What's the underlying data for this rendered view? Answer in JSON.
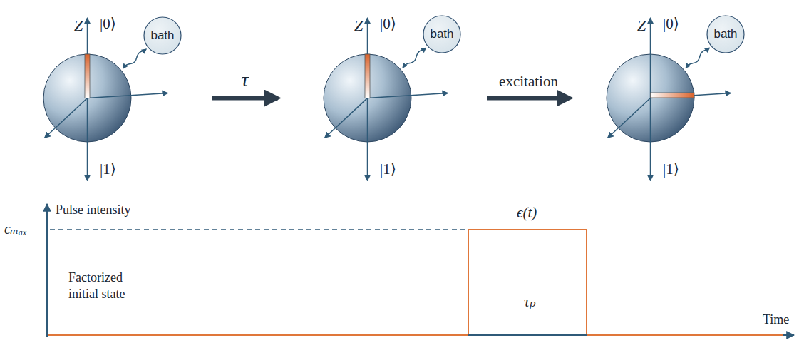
{
  "diagram": {
    "nodes": [
      {
        "text": [
          "Z",
          "|0⟩",
          "|1⟩"
        ]
      },
      {
        "text": [
          "bath"
        ]
      },
      {
        "text": [
          "Z",
          "|0⟩",
          "|1⟩"
        ]
      },
      {
        "text": [
          "bath"
        ]
      },
      {
        "text": [
          "Z",
          "|0⟩",
          "|1⟩"
        ]
      },
      {
        "text": [
          "bath"
        ]
      }
    ],
    "edges": [
      {
        "from": 1,
        "to": 0,
        "arrow": "both"
      },
      {
        "from": 0,
        "to": 2,
        "label": "τ",
        "arrow": "to"
      },
      {
        "from": 3,
        "to": 2,
        "arrow": "both"
      },
      {
        "from": 2,
        "to": 4,
        "label": "excitation",
        "arrow": "to"
      },
      {
        "from": 5,
        "to": 4,
        "arrow": "both"
      }
    ],
    "labels": [
      "Pulse intensity",
      "ϵₘₐₓ",
      "ϵ(t)",
      "Factorized initial state",
      "τₚ",
      "Time"
    ]
  }
}
